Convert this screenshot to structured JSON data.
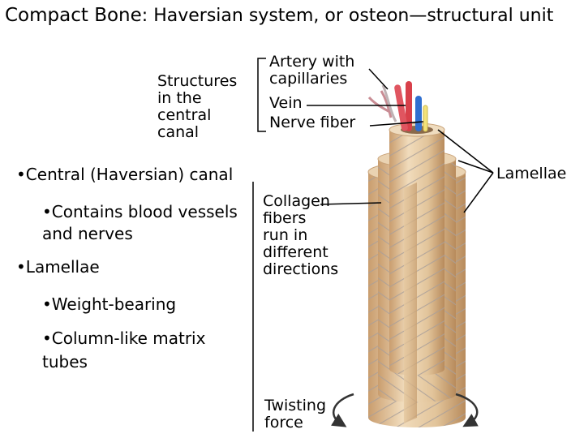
{
  "title": {
    "bold": "Compact Bone",
    "colon": ":",
    "rest": "Haversian system, or osteon—structural unit"
  },
  "labels": {
    "structures": [
      "Structures",
      "in the",
      "central",
      "canal"
    ],
    "artery": [
      "Artery with",
      "capillaries"
    ],
    "vein": "Vein",
    "nerve": "Nerve fiber",
    "lamellae": "Lamellae",
    "collagen": [
      "Collagen",
      "fibers",
      "run in",
      "different",
      "directions"
    ],
    "twisting": [
      "Twisting",
      "force"
    ]
  },
  "bullets": {
    "central_canal": "•Central (Haversian) canal",
    "contains": "•Contains blood vessels",
    "contains_cont": "and nerves",
    "lamellae": "•Lamellae",
    "weight": "•Weight-bearing",
    "column": "•Column-like matrix",
    "column_cont": "tubes"
  },
  "colors": {
    "bone_light": "#efd9b6",
    "bone_mid": "#dcb98c",
    "bone_dark": "#b98f62",
    "fiber": "#a99f9a",
    "artery": "#d8404a",
    "vein": "#2f6fd0",
    "nerve": "#f3e27a",
    "capillary": "#c98c94"
  }
}
